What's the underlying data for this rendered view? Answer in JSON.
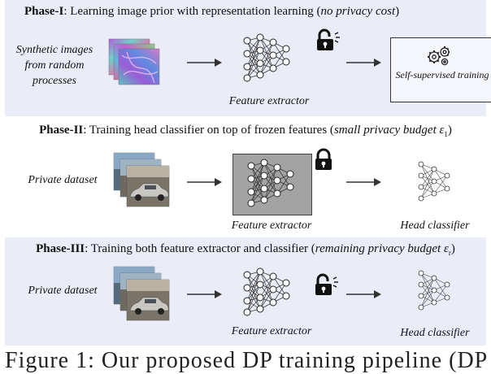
{
  "phase1": {
    "title_bold": "Phase-I",
    "title_text": ": Learning image prior with representation learning (",
    "title_italic": "no privacy cost",
    "title_end": ")",
    "input_label": "Synthetic images from random processes",
    "extractor_label": "Feature extractor",
    "output_label": "Self-supervised training"
  },
  "phase2": {
    "title_bold": "Phase-II",
    "title_text": ": Training head classifier on top of frozen features (",
    "title_italic": "small privacy budget ε",
    "title_sub": "1",
    "title_end": ")",
    "input_label": "Private dataset",
    "extractor_label": "Feature extractor",
    "head_label": "Head classifier"
  },
  "phase3": {
    "title_bold": "Phase-III",
    "title_text": ": Training both feature extractor and classifier (",
    "title_italic": "remaining privacy budget ε",
    "title_sub": "r",
    "title_end": ")",
    "input_label": "Private dataset",
    "extractor_label": "Feature extractor",
    "head_label": "Head classifier"
  },
  "caption": "Figure 1:  Our proposed DP training pipeline (DP"
}
